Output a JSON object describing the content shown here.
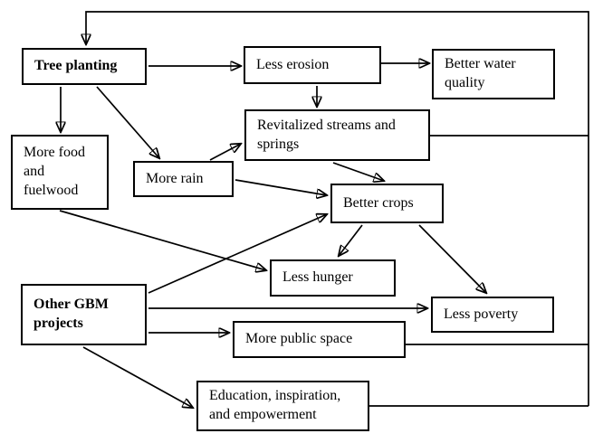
{
  "diagram": {
    "title": "Green Belt Movement benefits flowchart",
    "background_color": "#ffffff",
    "line_color": "#000000",
    "nodes": {
      "tree_planting": {
        "label": "Tree planting",
        "bold": true
      },
      "less_erosion": {
        "label": "Less erosion",
        "bold": false
      },
      "better_water_quality": {
        "label": "Better water\nquality",
        "bold": false
      },
      "revitalized_streams": {
        "label": "Revitalized streams and\nsprings",
        "bold": false
      },
      "more_rain": {
        "label": "More rain",
        "bold": false
      },
      "more_food_fuelwood": {
        "label": "More food\nand\nfuelwood",
        "bold": false
      },
      "better_crops": {
        "label": "Better crops",
        "bold": false
      },
      "less_hunger": {
        "label": "Less hunger",
        "bold": false
      },
      "less_poverty": {
        "label": "Less poverty",
        "bold": false
      },
      "other_gbm_projects": {
        "label": "Other GBM\nprojects",
        "bold": true
      },
      "more_public_space": {
        "label": "More public space",
        "bold": false
      },
      "education_empowerment": {
        "label": "Education, inspiration,\nand empowerment",
        "bold": false
      }
    },
    "edges": [
      {
        "from": "tree_planting",
        "to": "less_erosion"
      },
      {
        "from": "tree_planting",
        "to": "more_food_fuelwood"
      },
      {
        "from": "tree_planting",
        "to": "more_rain"
      },
      {
        "from": "less_erosion",
        "to": "better_water_quality"
      },
      {
        "from": "less_erosion",
        "to": "revitalized_streams"
      },
      {
        "from": "more_rain",
        "to": "revitalized_streams"
      },
      {
        "from": "more_rain",
        "to": "better_crops"
      },
      {
        "from": "revitalized_streams",
        "to": "better_crops"
      },
      {
        "from": "more_food_fuelwood",
        "to": "less_hunger"
      },
      {
        "from": "better_crops",
        "to": "less_hunger"
      },
      {
        "from": "better_crops",
        "to": "less_poverty"
      },
      {
        "from": "other_gbm_projects",
        "to": "better_crops"
      },
      {
        "from": "other_gbm_projects",
        "to": "less_poverty"
      },
      {
        "from": "other_gbm_projects",
        "to": "more_public_space"
      },
      {
        "from": "other_gbm_projects",
        "to": "education_empowerment"
      },
      {
        "from": "revitalized_streams",
        "to": "tree_planting",
        "via": "right-feedback-rail"
      },
      {
        "from": "more_public_space",
        "to": "tree_planting",
        "via": "right-feedback-rail"
      },
      {
        "from": "education_empowerment",
        "to": "tree_planting",
        "via": "right-feedback-rail"
      }
    ]
  }
}
